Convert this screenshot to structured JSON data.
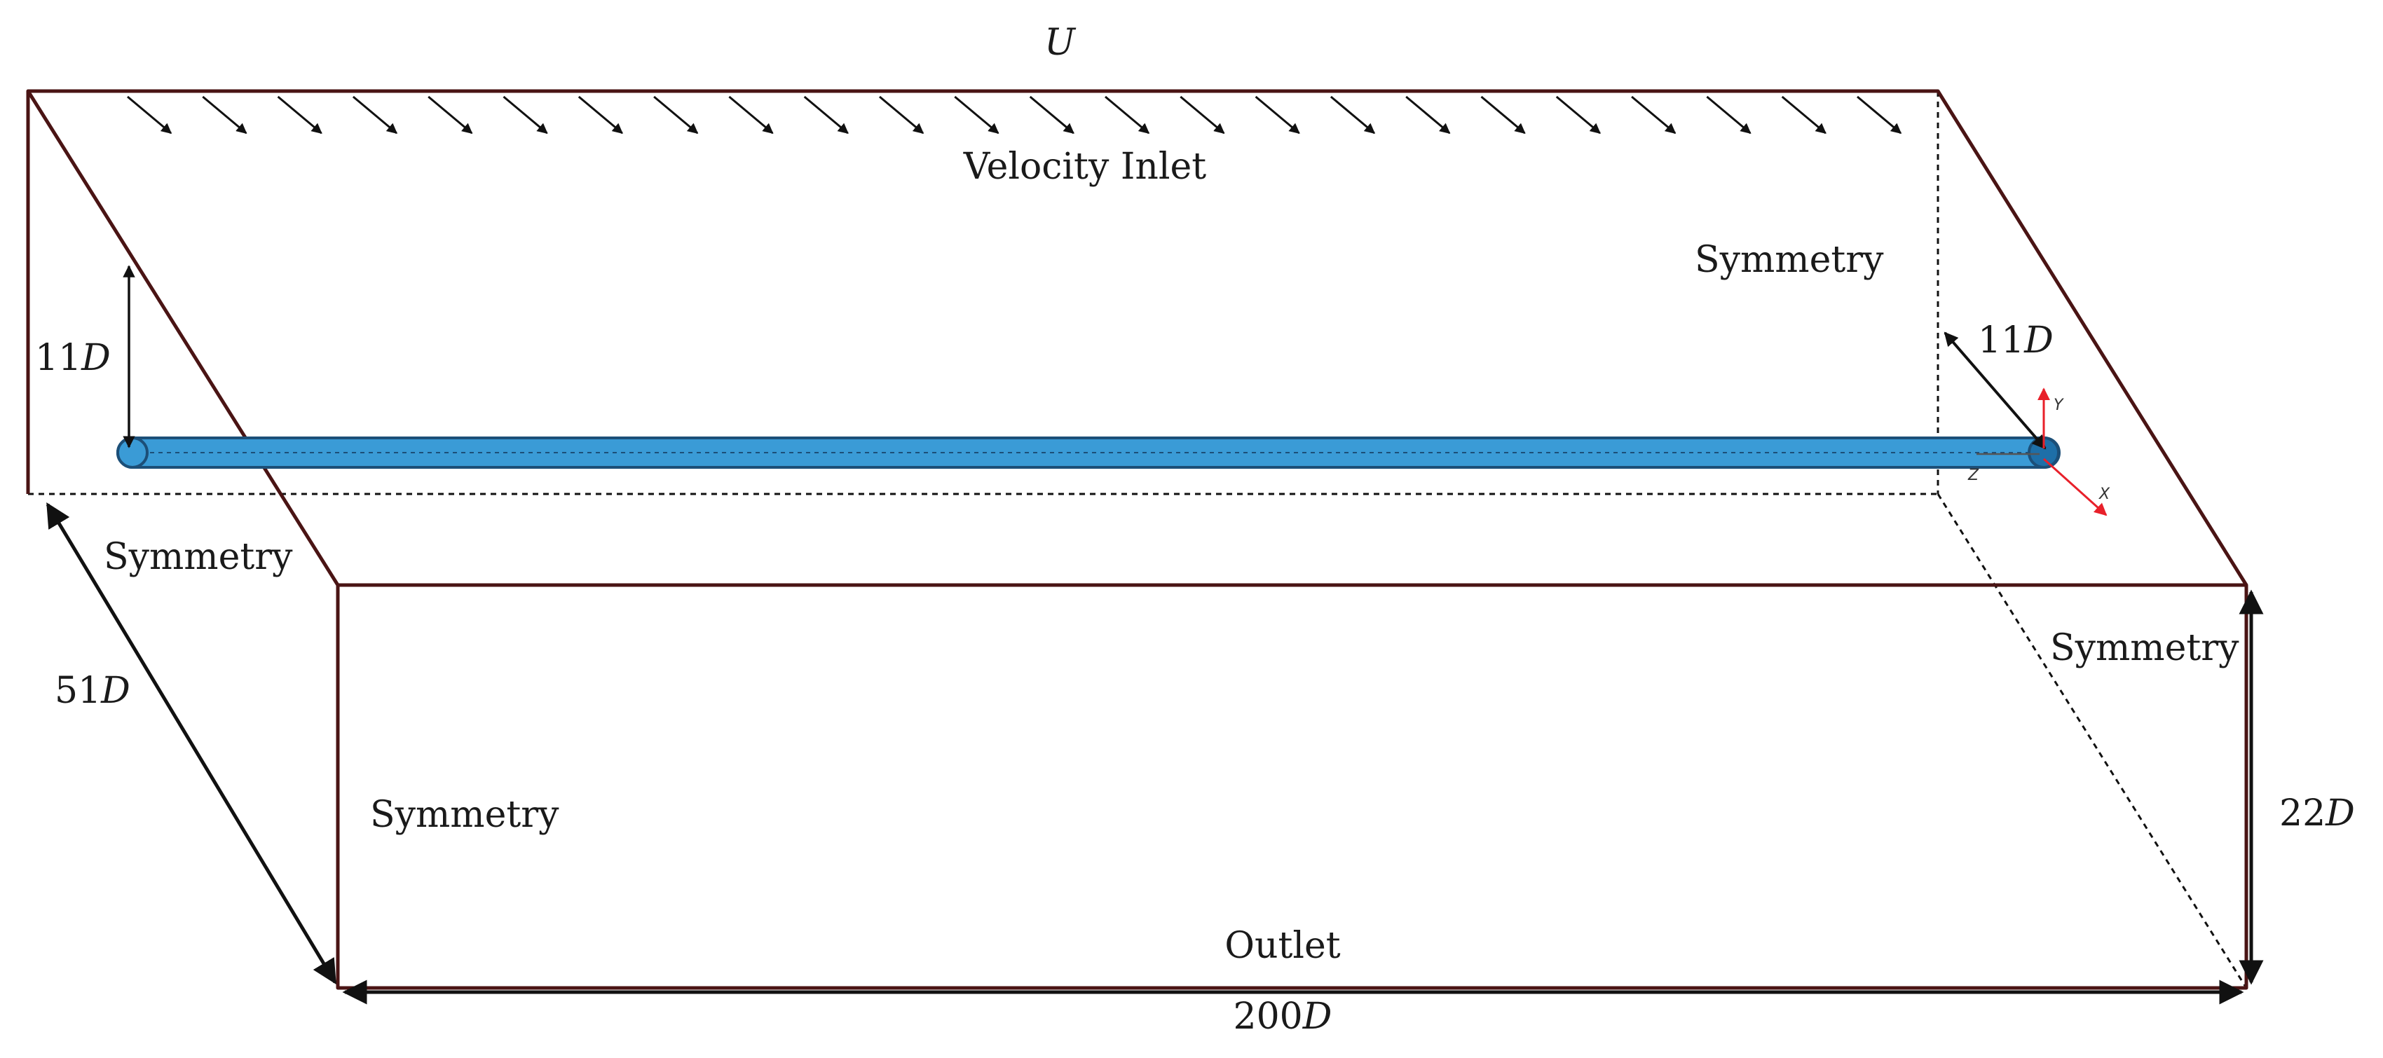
{
  "labels": {
    "flow_symbol": "U",
    "inlet": "Velocity Inlet",
    "outlet": "Outlet",
    "symmetry_back": "Symmetry",
    "symmetry_left_top": "Symmetry",
    "symmetry_left_front": "Symmetry",
    "symmetry_right": "Symmetry"
  },
  "dimensions": {
    "depth_left": {
      "value": "11",
      "unit": "D"
    },
    "depth_right": {
      "value": "11",
      "unit": "D"
    },
    "span": {
      "value": "51",
      "unit": "D"
    },
    "height": {
      "value": "22",
      "unit": "D"
    },
    "length": {
      "value": "200",
      "unit": "D"
    }
  },
  "axes": {
    "x": "X",
    "y": "Y",
    "z": "Z"
  },
  "colors": {
    "box_edge": "#4a1414",
    "cylinder_fill": "#3a9bd6",
    "cylinder_edge": "#1c4f78",
    "axis_red": "#e8202a",
    "arrow": "#111111"
  }
}
